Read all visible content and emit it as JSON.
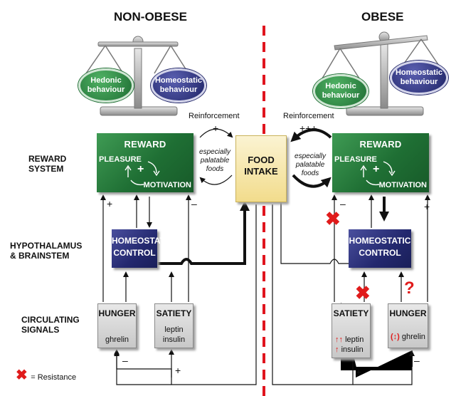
{
  "headings": {
    "non_obese": "NON-OBESE",
    "obese": "OBESE"
  },
  "scales": {
    "hedonic": "Hedonic behaviour",
    "homeostatic": "Homeostatic behaviour"
  },
  "row_labels": {
    "reward": "REWARD SYSTEM",
    "hypothalamus": "HYPOTHALAMUS & BRAINSTEM",
    "circulating": "CIRCULATING SIGNALS"
  },
  "reward_box": {
    "title": "REWARD",
    "pleasure": "PLEASURE",
    "motivation": "MOTIVATION",
    "plus": "+"
  },
  "homeostatic_box": {
    "line1": "HOMEOSTATIC",
    "line2": "CONTROL"
  },
  "food_box": {
    "line1": "FOOD",
    "line2": "INTAKE"
  },
  "reinforcement": {
    "label": "Reinforcement",
    "left_sign": "+",
    "right_sign": "+++",
    "note_line1": "especially",
    "note_line2": "palatable",
    "note_line3": "foods"
  },
  "signals": {
    "hunger": "HUNGER",
    "ghrelin": "ghrelin",
    "satiety": "SATIETY",
    "leptin": "leptin",
    "insulin": "insulin"
  },
  "signs": {
    "plus": "+",
    "minus": "–",
    "question": "?"
  },
  "legend": {
    "text": "= Resistance"
  },
  "colors": {
    "green": "#1f6f34",
    "blue": "#23286e",
    "red_divider": "#e0141e",
    "resistance_red": "#e01b1b"
  }
}
